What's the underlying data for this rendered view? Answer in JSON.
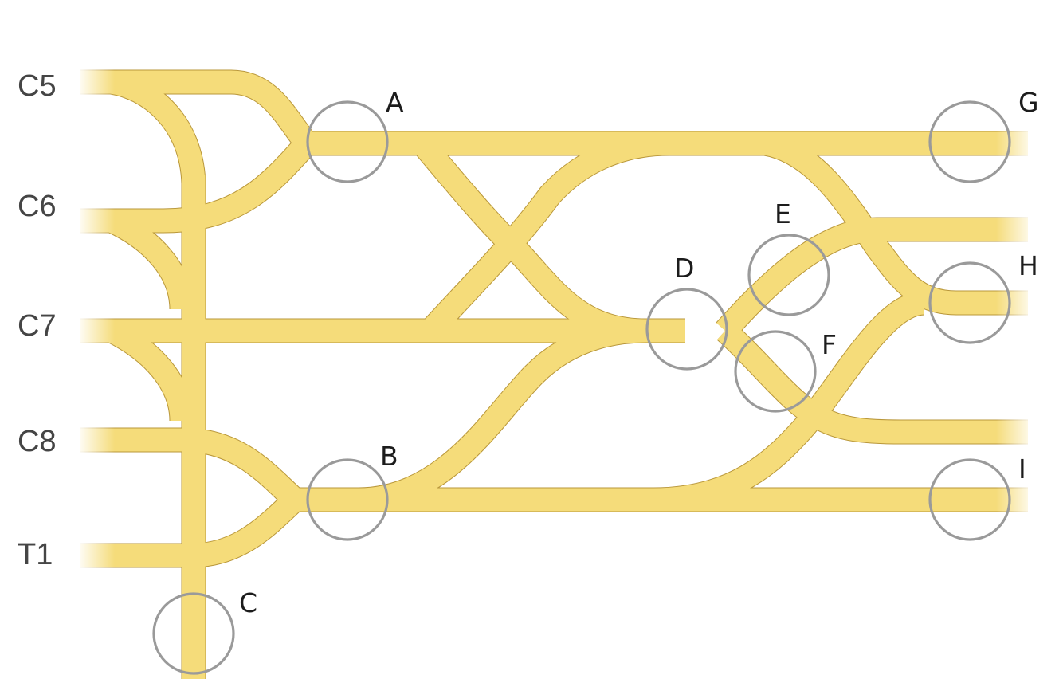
{
  "roots": [
    {
      "id": "C5",
      "label": "C5"
    },
    {
      "id": "C6",
      "label": "C6"
    },
    {
      "id": "C7",
      "label": "C7"
    },
    {
      "id": "C8",
      "label": "C8"
    },
    {
      "id": "T1",
      "label": "T1"
    }
  ],
  "markers": [
    {
      "id": "A",
      "label": "A"
    },
    {
      "id": "B",
      "label": "B"
    },
    {
      "id": "C",
      "label": "C"
    },
    {
      "id": "D",
      "label": "D"
    },
    {
      "id": "E",
      "label": "E"
    },
    {
      "id": "F",
      "label": "F"
    },
    {
      "id": "G",
      "label": "G"
    },
    {
      "id": "H",
      "label": "H"
    },
    {
      "id": "I",
      "label": "I"
    }
  ],
  "colors": {
    "nerve_fill": "#f5dc7a",
    "nerve_edge": "#b9973a",
    "ring": "#9a9a9a",
    "root_text": "#454545",
    "marker_text": "#1c1c1c"
  }
}
